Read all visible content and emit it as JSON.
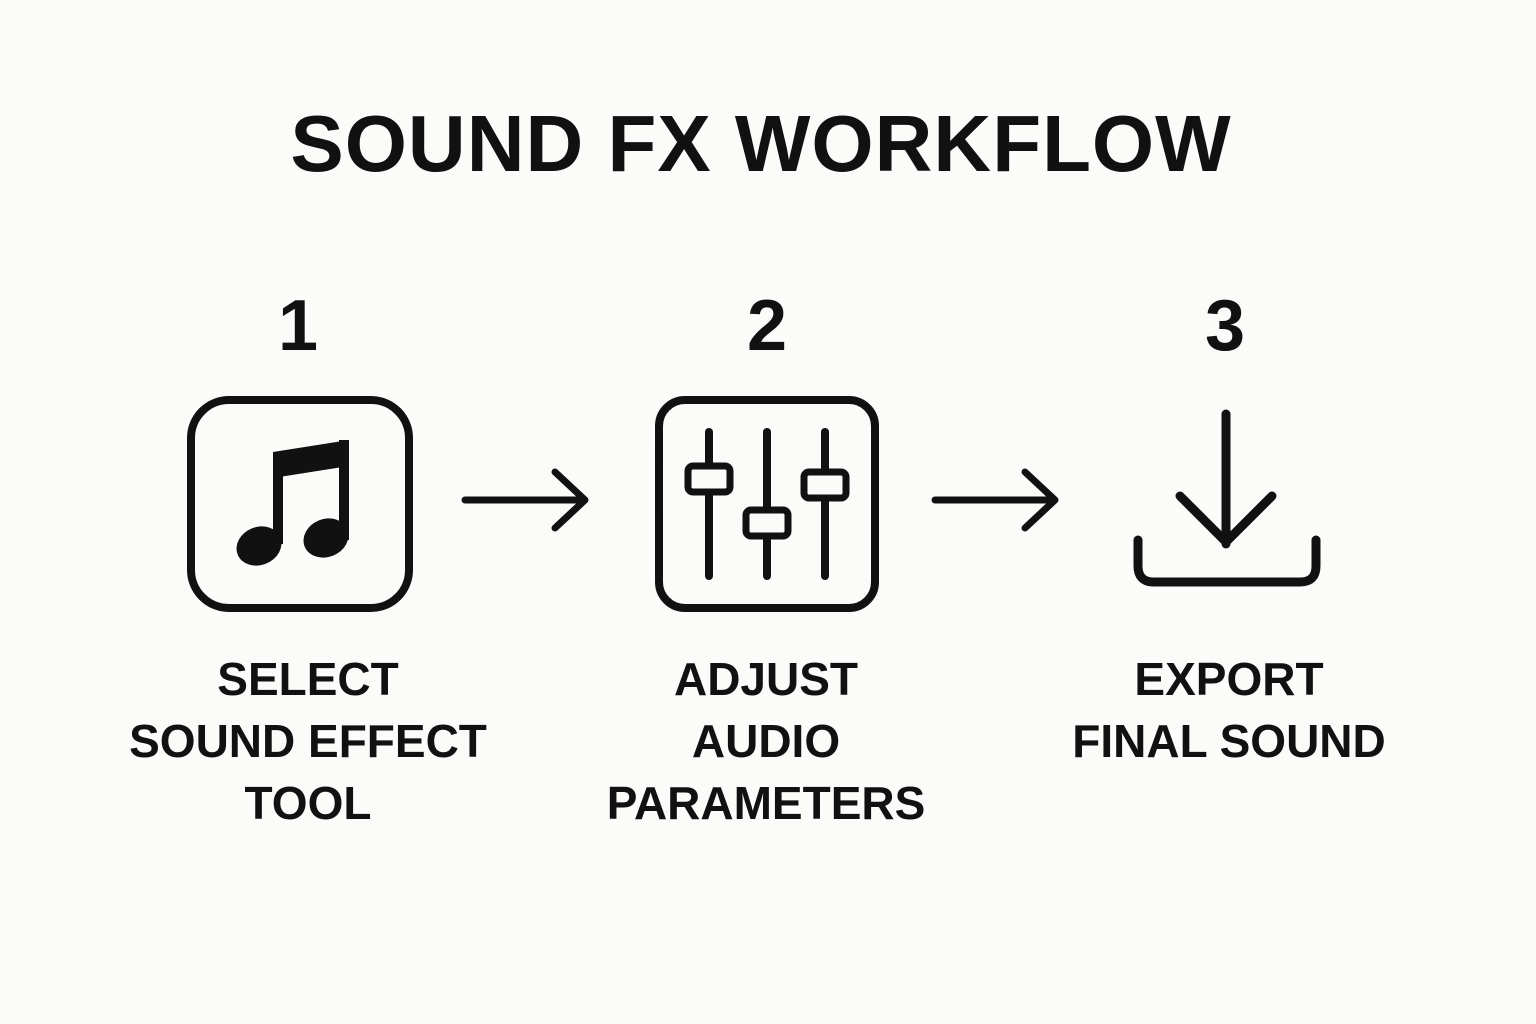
{
  "title": "SOUND FX WORKFLOW",
  "steps": [
    {
      "number": "1",
      "icon": "music-note-icon",
      "label_lines": [
        "SELECT",
        "SOUND EFFECT",
        "TOOL"
      ]
    },
    {
      "number": "2",
      "icon": "sliders-icon",
      "label_lines": [
        "ADJUST",
        "AUDIO",
        "PARAMETERS"
      ]
    },
    {
      "number": "3",
      "icon": "download-icon",
      "label_lines": [
        "EXPORT",
        "FINAL SOUND"
      ]
    }
  ],
  "connectors": [
    "arrow-right-icon",
    "arrow-right-icon"
  ],
  "colors": {
    "background": "#fbfbf9",
    "ink": "#111111"
  }
}
